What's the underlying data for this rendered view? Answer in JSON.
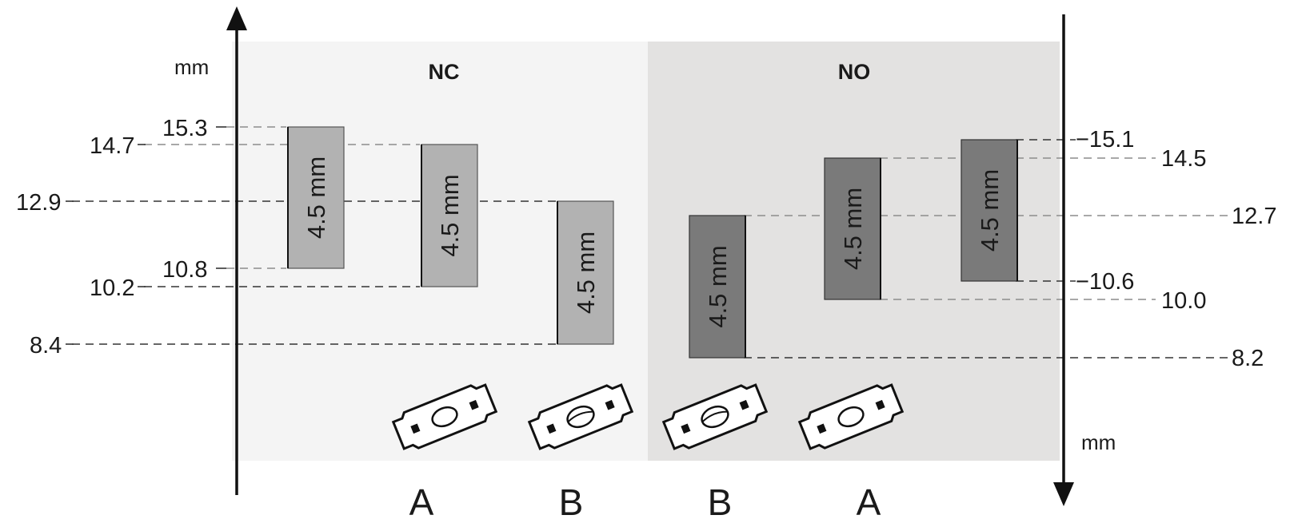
{
  "sections": {
    "nc": {
      "title": "NC"
    },
    "no": {
      "title": "NO"
    }
  },
  "axes": {
    "left_unit": "mm",
    "right_unit": "mm"
  },
  "bar_label": "4.5 mm",
  "columns": {
    "nc_a": "A",
    "nc_b": "B",
    "no_b": "B",
    "no_a": "A"
  },
  "left_values": {
    "v15_3": "15.3",
    "v14_7": "14.7",
    "v12_9": "12.9",
    "v10_8": "10.8",
    "v10_2": "10.2",
    "v8_4": "8.4"
  },
  "right_values": {
    "v15_1": "−15.1",
    "v14_5": "14.5",
    "v12_7": "12.7",
    "v10_6": "−10.6",
    "v10_0": "10.0",
    "v8_2": "8.2"
  },
  "colors": {
    "nc_background": "#f4f4f4",
    "no_background": "#e3e2e1",
    "nc_bar": "#b2b2b2",
    "no_bar": "#7a7a7a"
  }
}
